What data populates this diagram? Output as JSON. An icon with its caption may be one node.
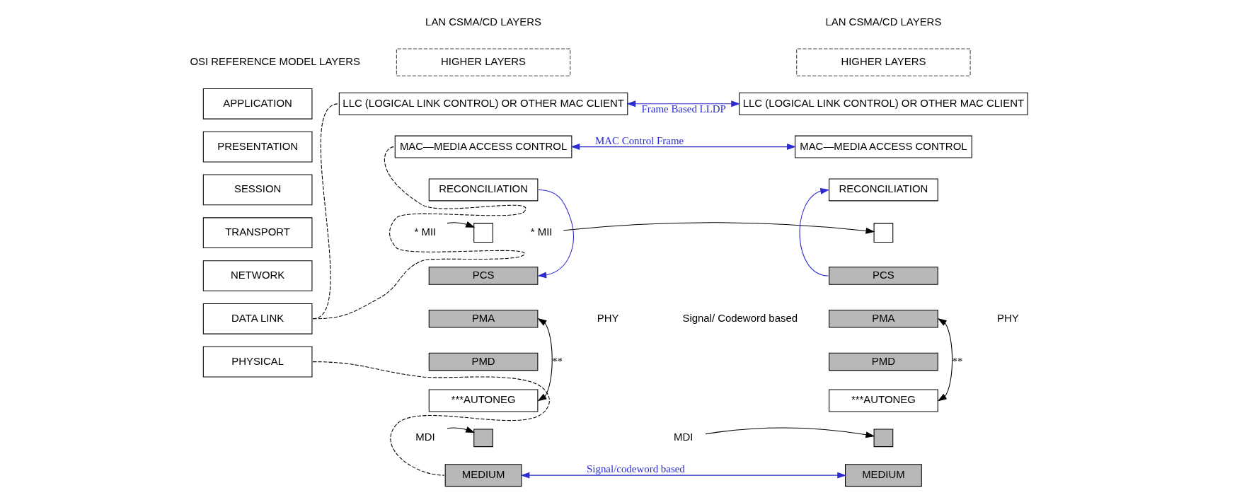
{
  "diagram": {
    "nodes": [
      {
        "text": [
          "APPLICATION"
        ]
      },
      {
        "text": [
          "PRESENTATION"
        ]
      },
      {
        "text": [
          "SESSION"
        ]
      },
      {
        "text": [
          "TRANSPORT"
        ]
      },
      {
        "text": [
          "NETWORK"
        ]
      },
      {
        "text": [
          "DATA LINK"
        ]
      },
      {
        "text": [
          "PHYSICAL"
        ]
      },
      {
        "text": [
          "HIGHER LAYERS"
        ]
      },
      {
        "text": [
          "LLC (LOGICAL LINK CONTROL) OR OTHER MAC CLIENT"
        ]
      },
      {
        "text": [
          "MAC—MEDIA ACCESS CONTROL"
        ]
      },
      {
        "text": [
          "RECONCILIATION"
        ]
      },
      {
        "text": [],
        "shape": "box"
      },
      {
        "text": [
          "PCS"
        ]
      },
      {
        "text": [
          "PMA"
        ]
      },
      {
        "text": [
          "PMD"
        ]
      },
      {
        "text": [
          "***AUTONEG"
        ]
      },
      {
        "text": [],
        "shape": "box"
      },
      {
        "text": [
          "MEDIUM"
        ]
      },
      {
        "text": [
          "HIGHER LAYERS"
        ]
      },
      {
        "text": [
          "LLC (LOGICAL LINK CONTROL) OR OTHER MAC CLIENT"
        ]
      },
      {
        "text": [
          "MAC—MEDIA ACCESS CONTROL"
        ]
      },
      {
        "text": [
          "RECONCILIATION"
        ]
      },
      {
        "text": [],
        "shape": "box"
      },
      {
        "text": [
          "PCS"
        ]
      },
      {
        "text": [
          "PMA"
        ]
      },
      {
        "text": [
          "PMD"
        ]
      },
      {
        "text": [
          "***AUTONEG"
        ]
      },
      {
        "text": [],
        "shape": "box"
      },
      {
        "text": [
          "MEDIUM"
        ]
      },
      {
        "text": [
          "* MII"
        ]
      },
      {
        "text": [
          "MDI"
        ]
      },
      {
        "text": [
          "* MII"
        ]
      },
      {
        "text": [
          "MDI"
        ]
      }
    ],
    "edges": [
      {
        "from": 5,
        "to": 8,
        "arrow": "none",
        "style": "dashed"
      },
      {
        "from": 5,
        "to": 9,
        "arrow": "none",
        "style": "dashed"
      },
      {
        "from": 6,
        "to": 17,
        "arrow": "none",
        "style": "dashed"
      },
      {
        "from": 29,
        "to": 11,
        "arrow": "to"
      },
      {
        "from": 30,
        "to": 16,
        "arrow": "to"
      },
      {
        "from": 31,
        "to": 22,
        "arrow": "to"
      },
      {
        "from": 32,
        "to": 27,
        "arrow": "to"
      },
      {
        "from": 15,
        "to": 13,
        "arrow": "both",
        "label": "**"
      },
      {
        "from": 26,
        "to": 24,
        "arrow": "both",
        "label": "**"
      },
      {
        "from": 8,
        "to": 19,
        "arrow": "both",
        "label": "Frame Based LLDP",
        "color": "#2b2bd0"
      },
      {
        "from": 9,
        "to": 20,
        "arrow": "both",
        "label": "MAC Control Frame",
        "color": "#2b2bd0"
      },
      {
        "from": 10,
        "to": 12,
        "arrow": "to",
        "color": "#2b2bd0"
      },
      {
        "from": 23,
        "to": 21,
        "arrow": "to",
        "color": "#2b2bd0"
      },
      {
        "from": 17,
        "to": 28,
        "arrow": "both",
        "label": "Signal/codeword based",
        "color": "#2b2bd0"
      }
    ],
    "labels": [
      "OSI REFERENCE MODEL LAYERS",
      "LAN CSMA/CD LAYERS",
      "LAN CSMA/CD LAYERS",
      "PHY",
      "Signal/ Codeword based",
      "PHY"
    ]
  }
}
